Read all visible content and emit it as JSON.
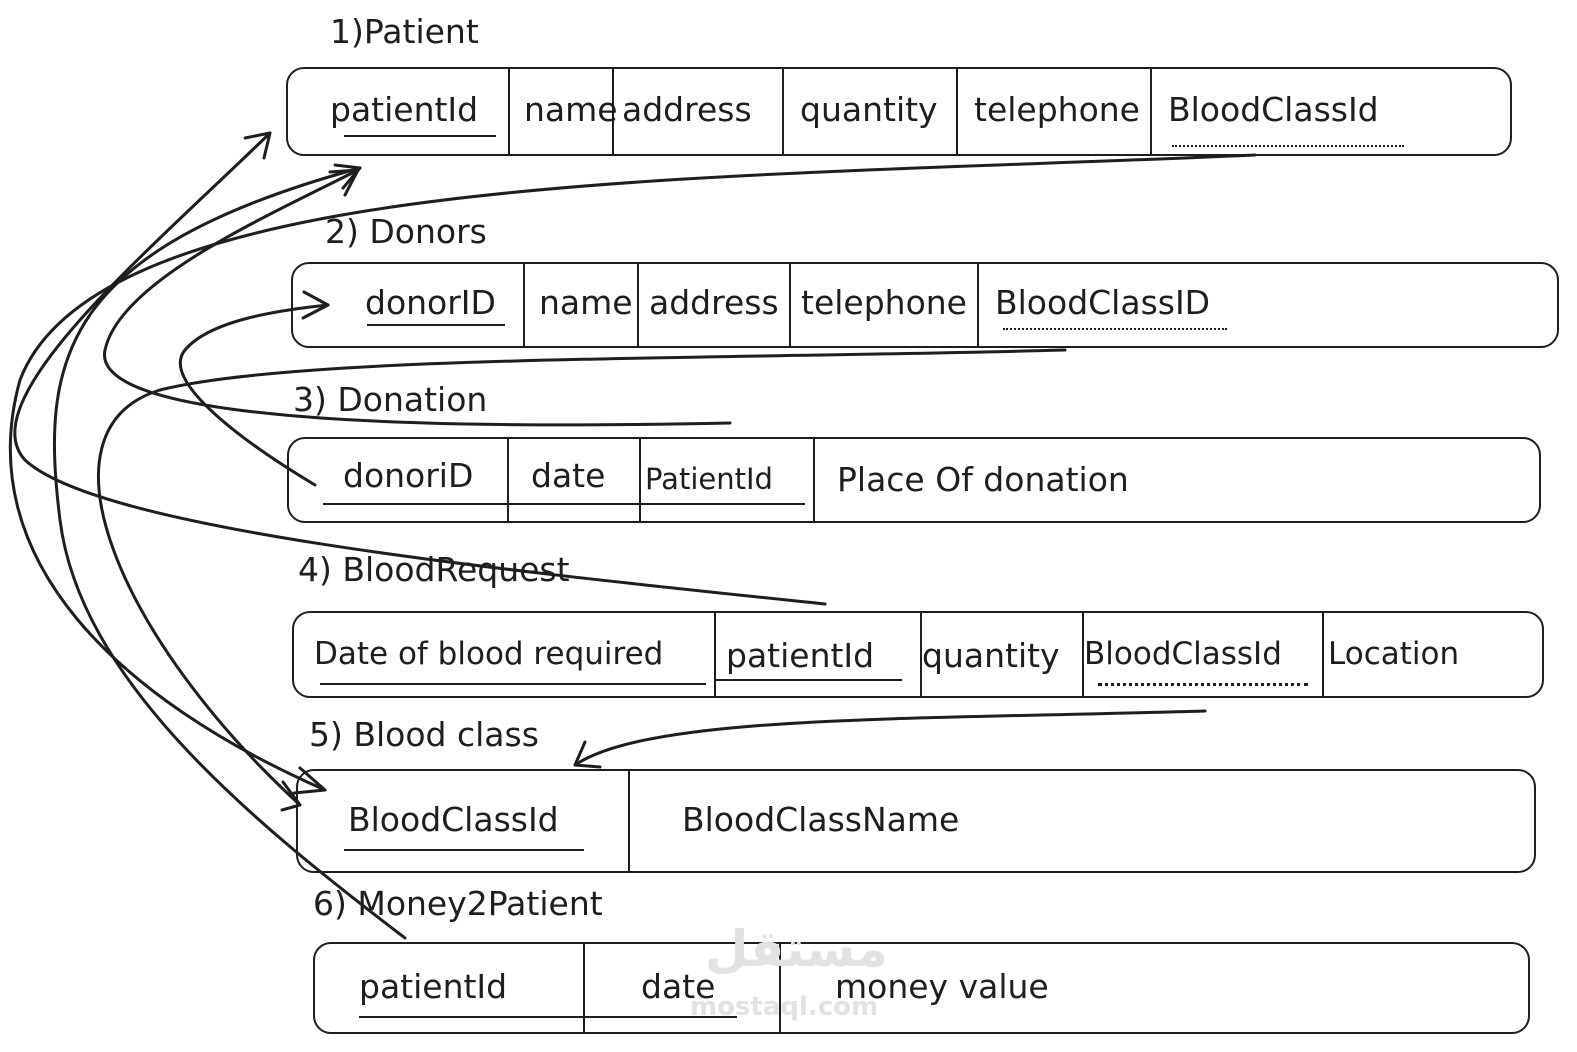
{
  "relations": [
    {
      "title": "1)Patient",
      "attributes": [
        "patientId",
        "name",
        "address",
        "quantity",
        "telephone",
        "BloodClassId"
      ]
    },
    {
      "title": "2) Donors",
      "attributes": [
        "donorID",
        "name",
        "address",
        "telephone",
        "BloodClassID"
      ]
    },
    {
      "title": "3) Donation",
      "attributes": [
        "donoriD",
        "date",
        "PatientId",
        "Place Of donation"
      ]
    },
    {
      "title": "4) BloodRequest",
      "attributes": [
        "Date of blood required",
        "patientId",
        "quantity",
        "BloodClassId",
        "Location"
      ]
    },
    {
      "title": "5) Blood class",
      "attributes": [
        "BloodClassId",
        "BloodClassName"
      ]
    },
    {
      "title": "6) Money2Patient",
      "attributes": [
        "patientId",
        "date",
        "money value"
      ]
    }
  ],
  "watermark": {
    "arabic": "مستقل",
    "latin": "mostaql.com"
  }
}
